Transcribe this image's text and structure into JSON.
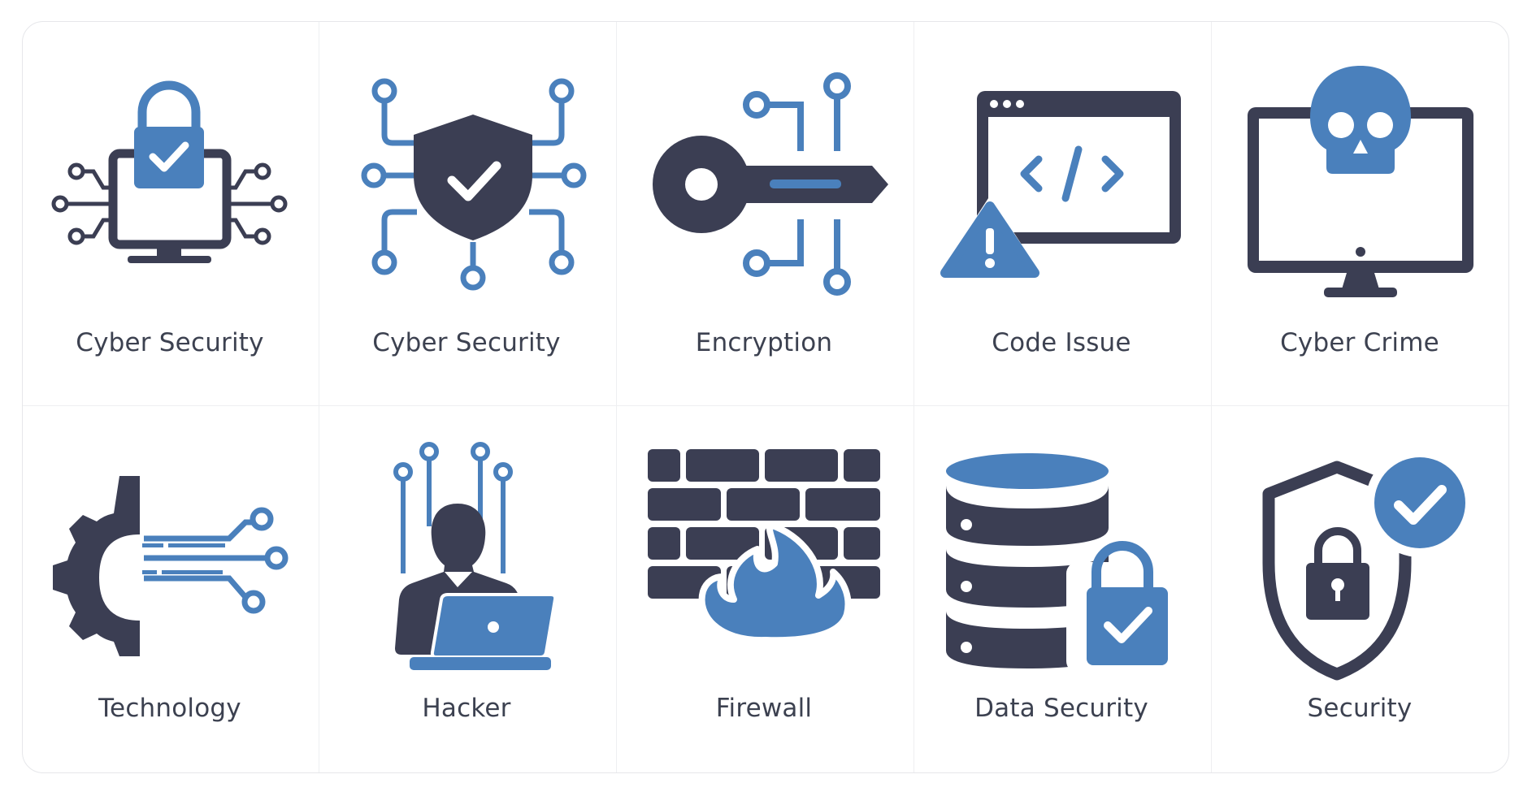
{
  "colors": {
    "dark": "#3b3e53",
    "blue": "#4a80bc",
    "border": "#e6e7ea",
    "text": "#3c4150"
  },
  "icons": [
    {
      "name": "cyber-security-monitor-lock-icon",
      "label": "Cyber Security"
    },
    {
      "name": "cyber-security-shield-circuit-icon",
      "label": "Cyber Security"
    },
    {
      "name": "encryption-key-icon",
      "label": "Encryption"
    },
    {
      "name": "code-issue-browser-warning-icon",
      "label": "Code Issue"
    },
    {
      "name": "cyber-crime-skull-monitor-icon",
      "label": "Cyber Crime"
    },
    {
      "name": "technology-gear-circuit-icon",
      "label": "Technology"
    },
    {
      "name": "hacker-laptop-icon",
      "label": "Hacker"
    },
    {
      "name": "firewall-brick-fire-icon",
      "label": "Firewall"
    },
    {
      "name": "data-security-database-lock-icon",
      "label": "Data Security"
    },
    {
      "name": "security-shield-lock-check-icon",
      "label": "Security"
    }
  ]
}
